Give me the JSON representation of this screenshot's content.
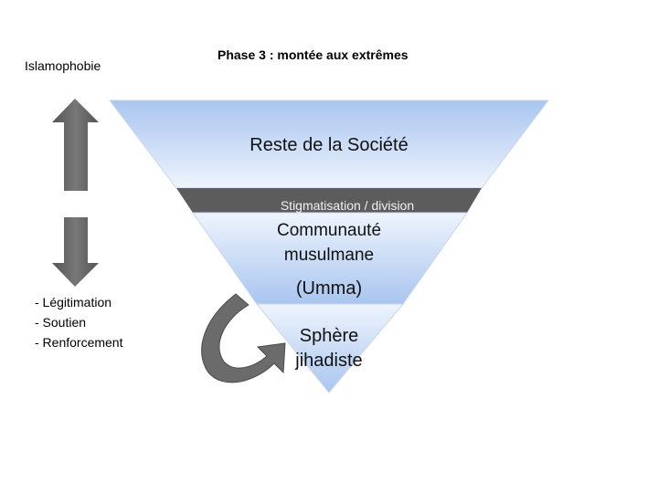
{
  "title": "Phase 3 : montée aux extrêmes",
  "left_top_label": "Islamophobie",
  "left_bottom_items": [
    "- Légitimation",
    "- Soutien",
    "- Renforcement"
  ],
  "segments": {
    "reste": "Reste de la Société",
    "band": "Stigmatisation / division",
    "communaute_line1": "Communauté",
    "communaute_line2": "musulmane",
    "umma": "(Umma)",
    "sphere_line1": "Sphère",
    "sphere_line2": "jihadiste"
  },
  "colors": {
    "segment_top": "#dce8fa",
    "segment_bottom": "#a9c5ef",
    "band": "#5c5c5c",
    "arrow": "#6b6b6b",
    "text": "#111111"
  },
  "icons": {
    "up_arrow": "arrow-up-icon",
    "down_arrow": "arrow-down-icon",
    "curved_arrow": "curved-arrow-icon"
  }
}
